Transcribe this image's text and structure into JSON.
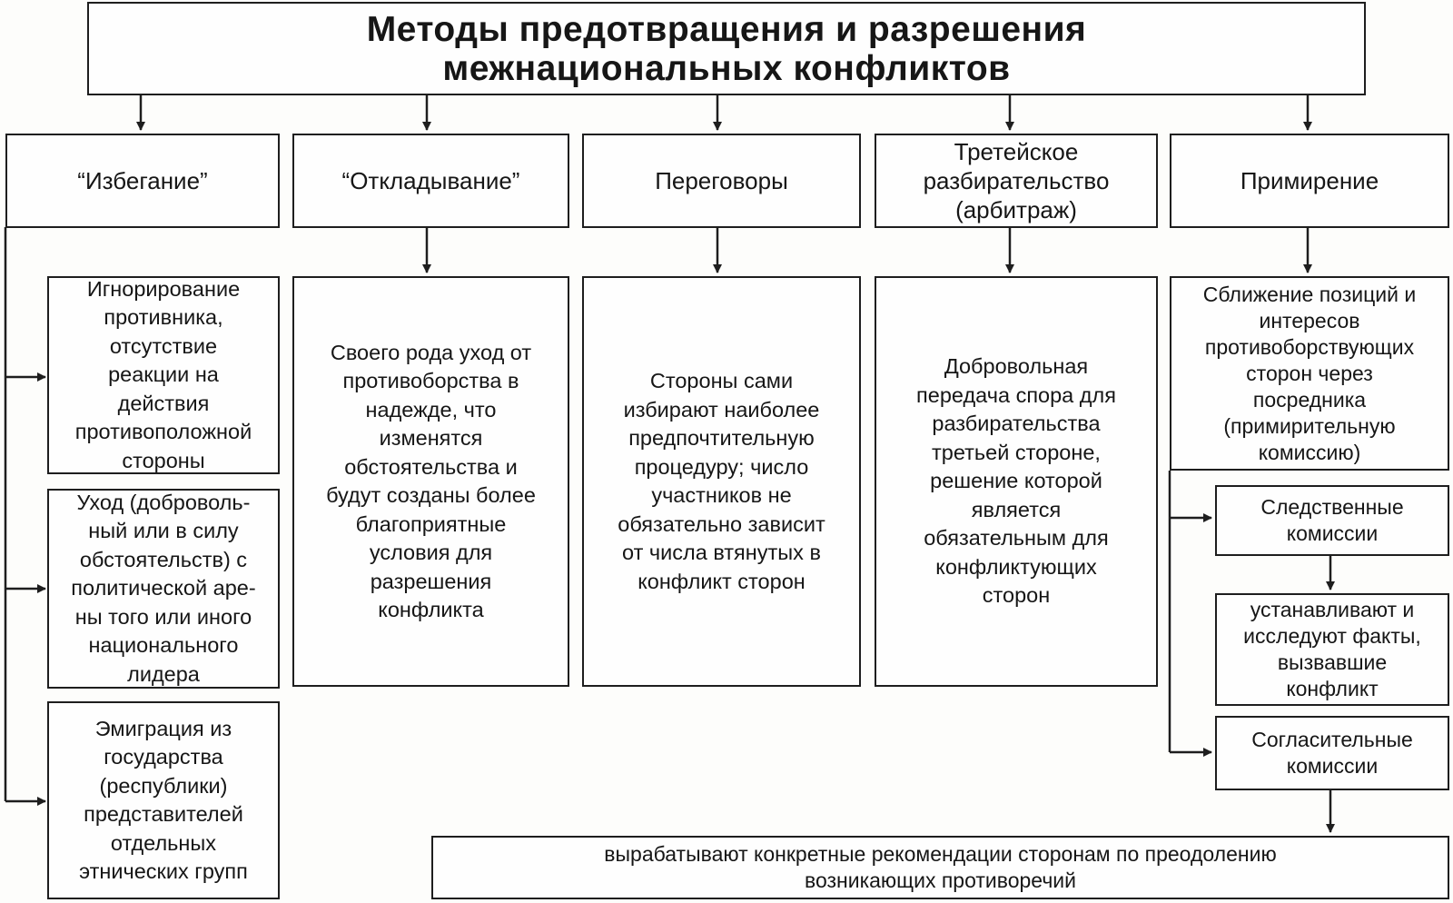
{
  "title": "Методы предотвращения и разрешения\nмежнациональных конфликтов",
  "methods": [
    {
      "name": "“Избегание”",
      "items": [
        "Игнорирование\nпротивника,\nотсутствие\nреакции на\nдействия\nпротивоположной\nстороны",
        "Уход (доброволь-\nный или в силу\nобстоятельств) с\nполитической аре-\nны того или иного\nнационального\nлидера",
        "Эмиграция из\nгосударства\n(республики)\nпредставителей\nотдельных\nэтнических групп"
      ]
    },
    {
      "name": "“Откладывание”",
      "description": "Своего рода уход от\nпротивоборства в\nнадежде, что\nизменятся\nобстоятельства и\nбудут созданы более\nблагоприятные\nусловия для\nразрешения\nконфликта"
    },
    {
      "name": "Переговоры",
      "description": "Стороны сами\nизбирают наиболее\nпредпочтительную\nпроцедуру; число\nучастников не\nобязательно зависит\nот числа втянутых в\nконфликт сторон"
    },
    {
      "name": "Третейское\nразбирательство\n(арбитраж)",
      "description": "Добровольная\nпередача спора для\nразбирательства\nтретьей стороне,\nрешение которой\nявляется\nобязательным для\nконфликтующих\nсторон"
    },
    {
      "name": "Примирение",
      "description": "Сближение позиций и\nинтересов\nпротивоборствующих\nсторон через\nпосредника\n(примирительную\nкомиссию)",
      "commissions": {
        "investigative": "Следственные\nкомиссии",
        "investigative_action": "устанавливают и\nисследуют факты,\nвызвавшие\nконфликт",
        "conciliation": "Согласительные\nкомиссии"
      }
    }
  ],
  "recommendations": "вырабатывают конкретные рекомендации сторонам по преодолению\nвозникающих противоречий",
  "colors": {
    "line": "#1e1e1e",
    "background": "#fdfdfb"
  }
}
